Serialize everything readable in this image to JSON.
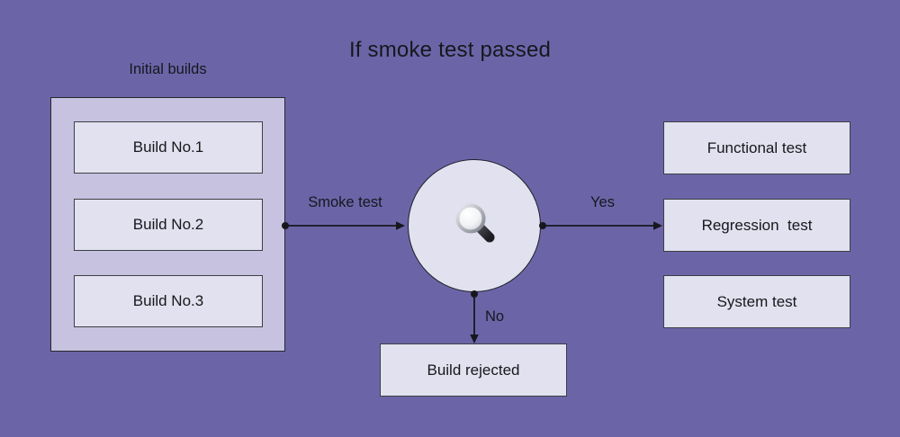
{
  "title": "If smoke test passed",
  "colors": {
    "background": "#6b65a8",
    "container_fill": "#c6c2e0",
    "node_fill": "#e2e1ef",
    "line": "#17171c",
    "text": "#17171c"
  },
  "initial_builds": {
    "label": "Initial builds",
    "items": [
      "Build No.1",
      "Build No.2",
      "Build No.3"
    ]
  },
  "decision": {
    "icon": "magnifier-icon"
  },
  "edge_labels": {
    "smoke_test": "Smoke test",
    "yes": "Yes",
    "no": "No"
  },
  "outcome_tests": [
    "Functional test",
    "Regression  test",
    "System test"
  ],
  "rejected_label": "Build rejected"
}
